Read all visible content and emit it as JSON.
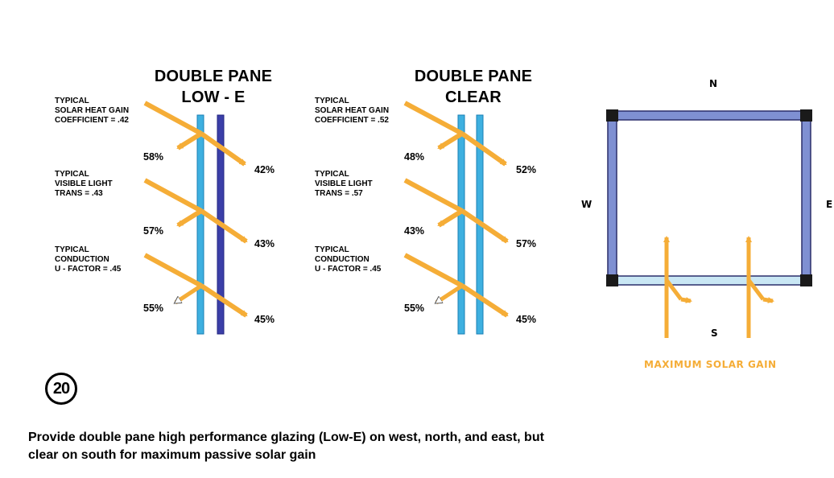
{
  "lowe": {
    "title_1": "DOUBLE PANE",
    "title_2": "LOW - E",
    "label_shgc": "TYPICAL\nSOLAR HEAT GAIN\nCOEFFICIENT = .42",
    "label_vlt": "TYPICAL\nVISIBLE LIGHT\nTRANS = .43",
    "label_u": "TYPICAL\nCONDUCTION\nU - FACTOR = .45",
    "shgc_reflect": "58%",
    "shgc_trans": "42%",
    "vlt_reflect": "57%",
    "vlt_trans": "43%",
    "u_reflect": "55%",
    "u_trans": "45%"
  },
  "clear": {
    "title_1": "DOUBLE PANE",
    "title_2": "CLEAR",
    "label_shgc": "TYPICAL\nSOLAR HEAT GAIN\nCOEFFICIENT = .52",
    "label_vlt": "TYPICAL\nVISIBLE LIGHT\nTRANS = .57",
    "label_u": "TYPICAL\nCONDUCTION\nU - FACTOR = .45",
    "shgc_reflect": "48%",
    "shgc_trans": "52%",
    "vlt_reflect": "43%",
    "vlt_trans": "57%",
    "u_reflect": "55%",
    "u_trans": "45%"
  },
  "plan": {
    "north": "N",
    "south": "S",
    "west": "W",
    "east": "E",
    "message": "MAXIMUM SOLAR GAIN"
  },
  "badge_number": "20",
  "caption_line1": "Provide double pane high performance glazing (Low-E) on west, north, and east, but",
  "caption_line2": "clear on south for maximum passive solar gain",
  "colors": {
    "arrow": "#f5ad37",
    "pane_light": "#3eb0e0",
    "pane_dark": "#3b3fa8",
    "lowe_glass": "#7f90d2",
    "clear_glass": "#c9e7f4",
    "corner": "#1a1a1a"
  }
}
